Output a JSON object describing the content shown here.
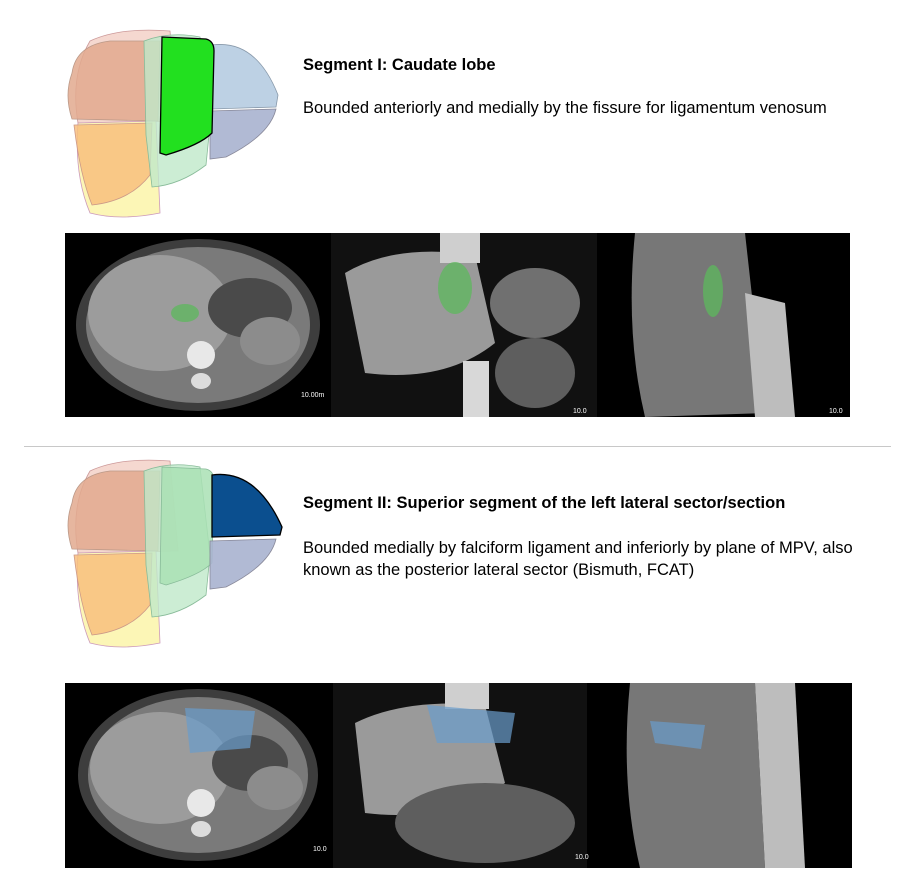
{
  "segments": [
    {
      "title": "Segment I: Caudate lobe",
      "description": "Bounded anteriorly and medially by the fissure for ligamentum venosum",
      "highlight_color": "#22e01f",
      "ct_highlight_color": "#5cb85c",
      "ct_labels": [
        "10.00m",
        "10.0",
        "10.0"
      ]
    },
    {
      "title": "Segment II: Superior segment of the left lateral sector/section",
      "description": "Bounded medially by falciform ligament and inferiorly by plane of MPV, also known as the posterior lateral sector (Bismuth, FCAT)",
      "highlight_color": "#0b4f8f",
      "ct_highlight_color": "#6a9ccc",
      "ct_labels": [
        "10.0",
        "10.0",
        ""
      ]
    }
  ],
  "colors": {
    "seg_upper_right": "#e2a98e",
    "seg_lower_right": "#f8bf7e",
    "seg_yellow": "#fbf4a9",
    "seg_green_light": "#bfe8c9",
    "seg_blue_light": "#b9cfe3",
    "seg_slate": "#a8b2cf",
    "seg_pink_back": "#f1c8bc",
    "ct_bg": "#000000",
    "divider": "#c8c8c8"
  }
}
